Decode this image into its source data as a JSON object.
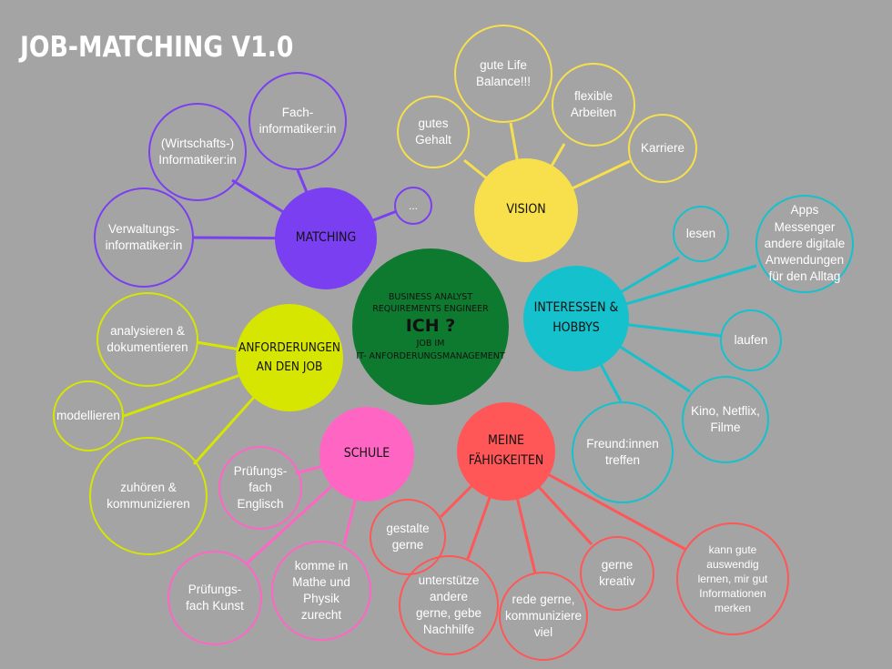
{
  "title": "JOB-MATCHING V1.0",
  "center": {
    "line1": "Business Analyst",
    "line2": "Requirements Engineer",
    "main": "ICH ?",
    "line3": "Job im\nIT- Anforderungsmanagement",
    "color": "#0e7a2f"
  },
  "hubs": {
    "matching": {
      "label": "MATCHING",
      "color": "#7b3ff2",
      "items": [
        "Fach-\ninformatiker:in",
        "(Wirtschafts-)\nInformatiker:in",
        "Verwaltungs-\ninformatiker:in",
        "..."
      ]
    },
    "vision": {
      "label": "VISION",
      "color": "#f7e04b",
      "items": [
        "gutes\nGehalt",
        "gute Life\nBalance!!!",
        "flexible\nArbeiten",
        "Karriere"
      ]
    },
    "interessen": {
      "label": "INTERESSEN &\nHOBBYS",
      "color": "#15c1cc",
      "items": [
        "lesen",
        "Apps\nMessenger\nandere digitale\nAnwendungen\nfür den Alltag",
        "laufen",
        "Kino, Netflix,\nFilme",
        "Freund:innen\ntreffen"
      ]
    },
    "anforderungen": {
      "label": "ANFORDERUNGEN\nAN DEN JOB",
      "color": "#d6e600",
      "items": [
        "analysieren &\ndokumentieren",
        "modellieren",
        "zuhören &\nkommunizieren"
      ]
    },
    "schule": {
      "label": "SCHULE",
      "color": "#ff66c4",
      "items": [
        "Prüfungs-\nfach\nEnglisch",
        "Prüfungs-\nfach Kunst",
        "komme in\nMathe und\nPhysik\nzurecht"
      ]
    },
    "faehigkeiten": {
      "label": "MEINE\nFÄHIGKEITEN",
      "color": "#ff5757",
      "items": [
        "gestalte\ngerne",
        "unterstütze\nandere\ngerne, gebe\nNachhilfe",
        "rede gerne,\nkommuniziere\nviel",
        "gerne\nkreativ",
        "kann gute\nauswendig\nlernen, mir gut\nInformationen\nmerken"
      ]
    }
  }
}
